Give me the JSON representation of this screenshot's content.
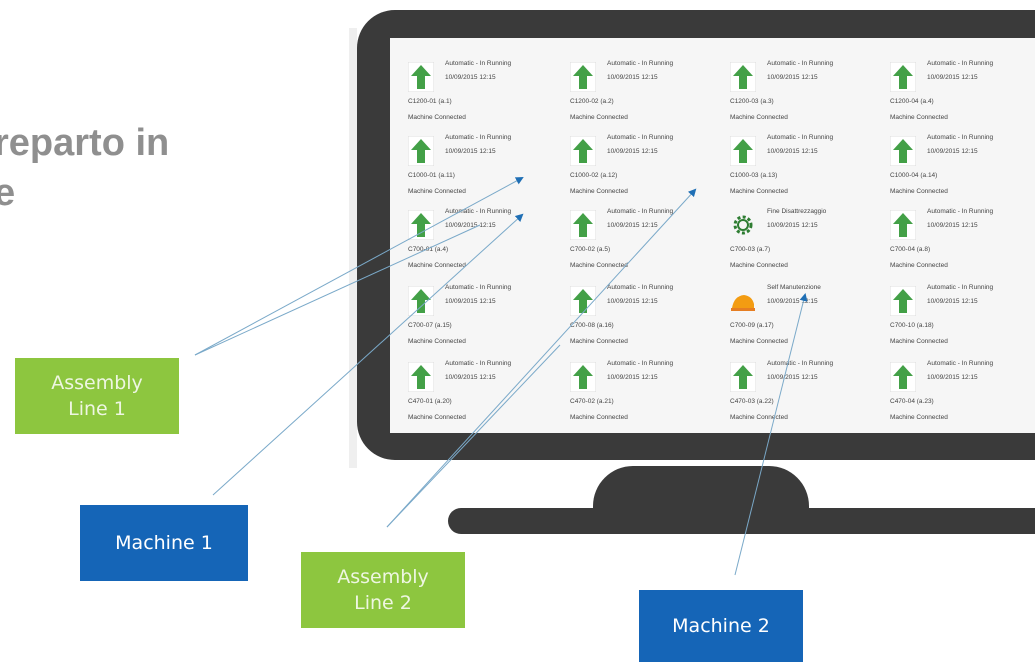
{
  "slide": {
    "title_line1": "reparto in",
    "title_line2": "e"
  },
  "tiles": [
    {
      "status": "Automatic - In Running",
      "time": "10/09/2015 12:15",
      "id": "C1200-01 (a.1)",
      "connection": "Machine Connected",
      "icon": "arrow-up-icon"
    },
    {
      "status": "Automatic - In Running",
      "time": "10/09/2015 12:15",
      "id": "C1200-02 (a.2)",
      "connection": "Machine Connected",
      "icon": "arrow-up-icon"
    },
    {
      "status": "Automatic - In Running",
      "time": "10/09/2015 12:15",
      "id": "C1200-03 (a.3)",
      "connection": "Machine Connected",
      "icon": "arrow-up-icon"
    },
    {
      "status": "Automatic - In Running",
      "time": "10/09/2015 12:15",
      "id": "C1200-04 (a.4)",
      "connection": "Machine Connected",
      "icon": "arrow-up-icon"
    },
    {
      "status": "Automatic - In Running",
      "time": "10/09/2015 12:15",
      "id": "C1000-01 (a.11)",
      "connection": "Machine Connected",
      "icon": "arrow-up-icon"
    },
    {
      "status": "Automatic - In Running",
      "time": "10/09/2015 12:15",
      "id": "C1000-02 (a.12)",
      "connection": "Machine Connected",
      "icon": "arrow-up-icon"
    },
    {
      "status": "Automatic - In Running",
      "time": "10/09/2015 12:15",
      "id": "C1000-03 (a.13)",
      "connection": "Machine Connected",
      "icon": "arrow-up-icon"
    },
    {
      "status": "Automatic - In Running",
      "time": "10/09/2015 12:15",
      "id": "C1000-04 (a.14)",
      "connection": "Machine Connected",
      "icon": "arrow-up-icon"
    },
    {
      "status": "Automatic - In Running",
      "time": "10/09/2015 12:15",
      "id": "C700-01 (a.4)",
      "connection": "Machine Connected",
      "icon": "arrow-up-icon"
    },
    {
      "status": "Automatic - In Running",
      "time": "10/09/2015 12:15",
      "id": "C700-02 (a.5)",
      "connection": "Machine Connected",
      "icon": "arrow-up-icon"
    },
    {
      "status": "Fine Disattrezzaggio",
      "time": "10/09/2015 12:15",
      "id": "C700-03 (a.7)",
      "connection": "Machine Connected",
      "icon": "gear-icon"
    },
    {
      "status": "Automatic - In Running",
      "time": "10/09/2015 12:15",
      "id": "C700-04 (a.8)",
      "connection": "Machine Connected",
      "icon": "arrow-up-icon"
    },
    {
      "status": "Automatic - In Running",
      "time": "10/09/2015 12:15",
      "id": "C700-07 (a.15)",
      "connection": "Machine Connected",
      "icon": "arrow-up-icon"
    },
    {
      "status": "Automatic - In Running",
      "time": "10/09/2015 12:15",
      "id": "C700-08 (a.16)",
      "connection": "Machine Connected",
      "icon": "arrow-up-icon"
    },
    {
      "status": "Self Manutenzione",
      "time": "10/09/2015 12:15",
      "id": "C700-09 (a.17)",
      "connection": "Machine Connected",
      "icon": "maintenance-icon"
    },
    {
      "status": "Automatic - In Running",
      "time": "10/09/2015 12:15",
      "id": "C700-10 (a.18)",
      "connection": "Machine Connected",
      "icon": "arrow-up-icon"
    },
    {
      "status": "Automatic - In Running",
      "time": "10/09/2015 12:15",
      "id": "C470-01 (a.20)",
      "connection": "Machine Connected",
      "icon": "arrow-up-icon"
    },
    {
      "status": "Automatic - In Running",
      "time": "10/09/2015 12:15",
      "id": "C470-02 (a.21)",
      "connection": "Machine Connected",
      "icon": "arrow-up-icon"
    },
    {
      "status": "Automatic - In Running",
      "time": "10/09/2015 12:15",
      "id": "C470-03 (a.22)",
      "connection": "Machine Connected",
      "icon": "arrow-up-icon"
    },
    {
      "status": "Automatic - In Running",
      "time": "10/09/2015 12:15",
      "id": "C470-04 (a.23)",
      "connection": "Machine Connected",
      "icon": "arrow-up-icon"
    }
  ],
  "callouts": {
    "assembly_line_1": [
      "Assembly",
      "Line 1"
    ],
    "machine_1": "Machine 1",
    "assembly_line_2": [
      "Assembly",
      "Line 2"
    ],
    "machine_2": "Machine 2"
  },
  "colors": {
    "callout_green": "#8dc63f",
    "callout_blue": "#1565b7",
    "monitor": "#3a3a3a",
    "running_arrow": "#43a047",
    "maintenance": "#f39c12",
    "connector": "#7aa9c9"
  }
}
